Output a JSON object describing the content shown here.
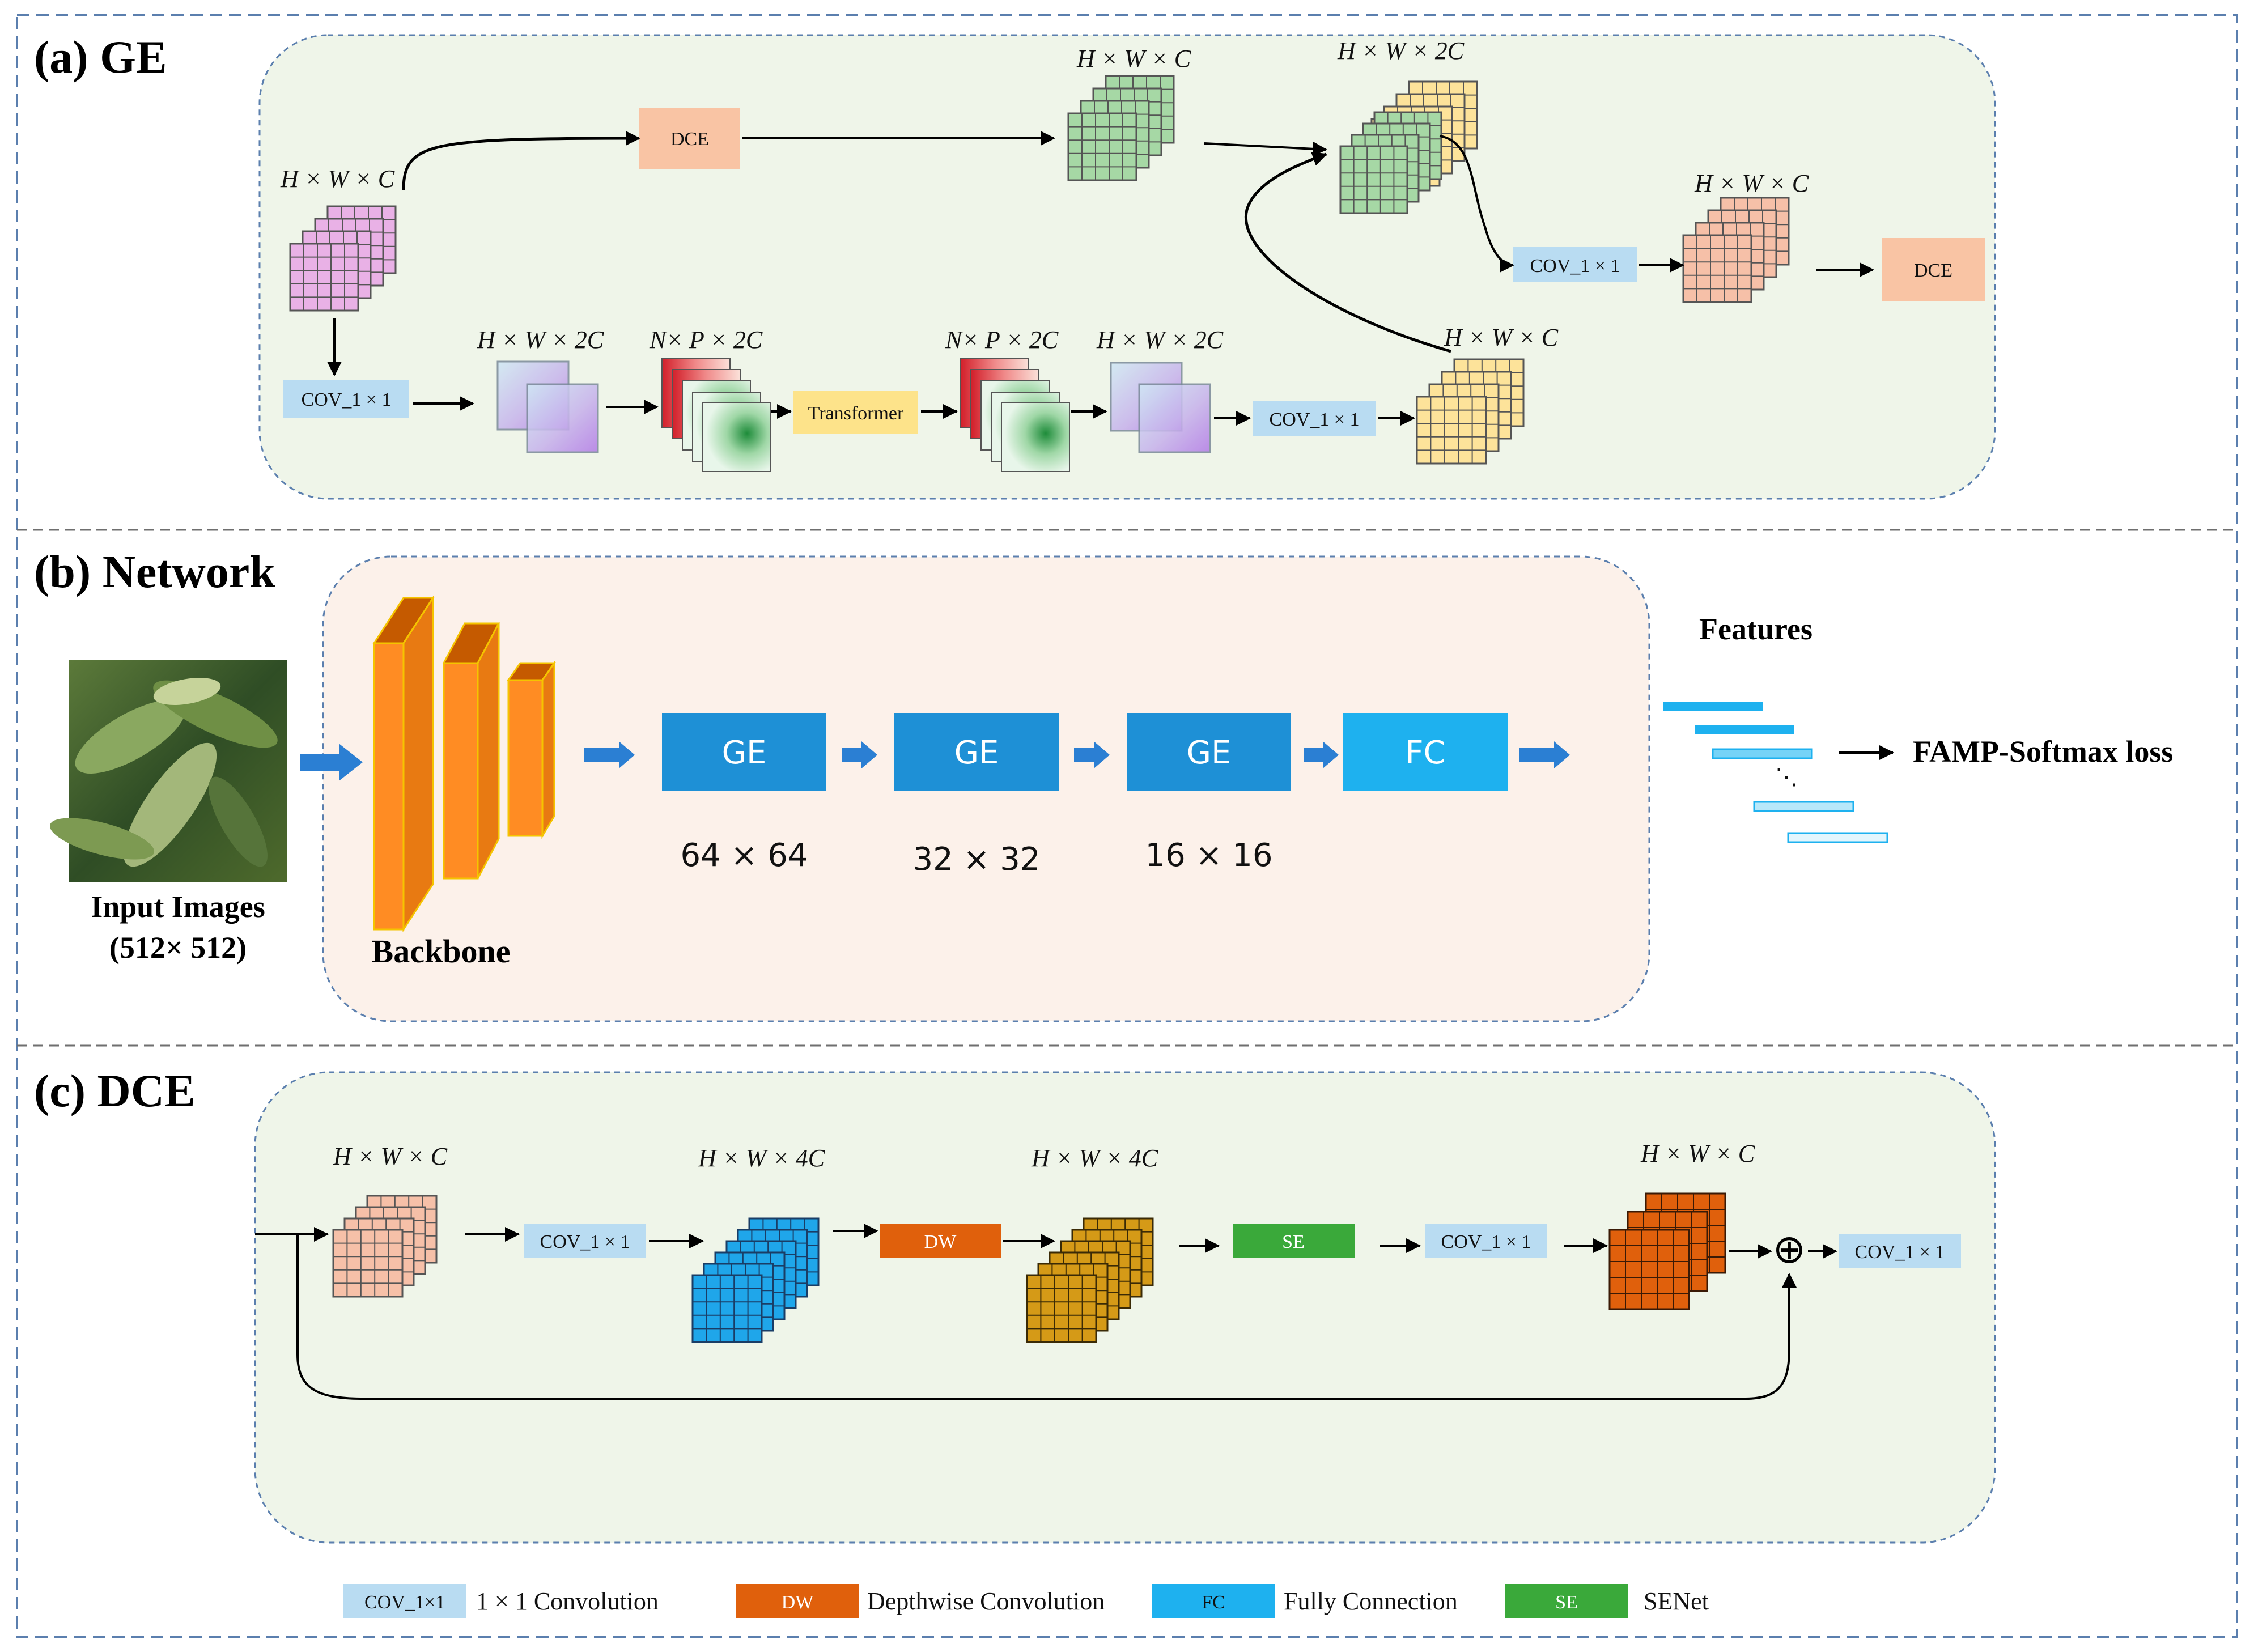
{
  "panels": {
    "a": {
      "title": "(a) GE"
    },
    "b": {
      "title": "(b) Network"
    },
    "c": {
      "title": "(c) DCE"
    }
  },
  "ge": {
    "dim_in": "H × W × C",
    "dce_top": "DCE",
    "dim_dce_out": "H × W × C",
    "dim_concat": "H × W × 2C",
    "cov_right": "COV_1 × 1",
    "dim_right": "H × W × C",
    "dce_right": "DCE",
    "cov_left": "COV_1 × 1",
    "dim_2c_a": "H × W × 2C",
    "dim_np_a": "N× P × 2C",
    "transformer": "Transformer",
    "dim_np_b": "N× P × 2C",
    "dim_2c_b": "H × W × 2C",
    "cov_mid": "COV_1 × 1",
    "dim_c_b": "H × W × C"
  },
  "network": {
    "input_label": "Input Images",
    "input_size": "(512× 512)",
    "backbone_label": "Backbone",
    "blocks": [
      "GE",
      "GE",
      "GE",
      "FC"
    ],
    "resolutions": [
      "64 × 64",
      "32 × 32",
      "16 × 16"
    ],
    "features_label": "Features",
    "loss_label": "FAMP-Softmax loss",
    "ellipsis": "⋱"
  },
  "dce": {
    "dim_in": "H × W × C",
    "cov_a": "COV_1 × 1",
    "dim_4c_a": "H × W × 4C",
    "dw": "DW",
    "dim_4c_b": "H × W × 4C",
    "se": "SE",
    "cov_b": "COV_1 × 1",
    "dim_out": "H × W × C",
    "cov_c": "COV_1 × 1",
    "plus": "⊕"
  },
  "legend": [
    {
      "key": "COV_1×1",
      "desc": "1 × 1 Convolution",
      "color": "#b9dcf2"
    },
    {
      "key": "DW",
      "desc": "Depthwise Convolution",
      "color": "#e0600c"
    },
    {
      "key": "FC",
      "desc": "Fully Connection",
      "color": "#1eb1ef"
    },
    {
      "key": "SE",
      "desc": "SENet",
      "color": "#3aa93a"
    }
  ],
  "colors": {
    "panel_border": "#5b7fae",
    "ge_bg": "#eff5e9",
    "net_bg": "#fcf1ea",
    "dce_block": "#f9c4a4",
    "cov_block": "#b9dcf2",
    "transformer_block": "#fde38a",
    "ge_block": "#1e90d6",
    "fc_block": "#1eb1ef",
    "backbone": "#ff8c23",
    "blue_arrow": "#2b7fd3",
    "grid_pink": "#e9b1e6",
    "grid_green": "#a6d8a5",
    "grid_yellow": "#fde39a",
    "grid_salmon": "#f6c0a8",
    "grid_blue": "#1fa6ea",
    "grid_gold": "#d59a17",
    "grid_orange": "#e0600c"
  }
}
